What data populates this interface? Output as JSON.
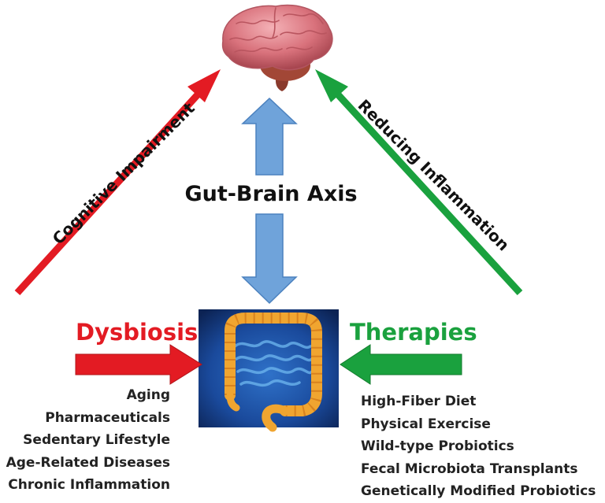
{
  "center": {
    "title": "Gut-Brain Axis"
  },
  "left": {
    "heading": "Dysbiosis",
    "diagonal_label": "Cognitive Impairment",
    "factors": [
      "Aging",
      "Pharmaceuticals",
      "Sedentary Lifestyle",
      "Age-Related Diseases",
      "Chronic Inflammation"
    ]
  },
  "right": {
    "heading": "Therapies",
    "diagonal_label": "Reducing Inflammation",
    "factors": [
      "High-Fiber Diet",
      "Physical Exercise",
      "Wild-type Probiotics",
      "Fecal Microbiota Transplants",
      "Genetically Modified Probiotics"
    ]
  },
  "colors": {
    "negative": "#e31b23",
    "positive": "#1aa13e",
    "axis_arrow": "#6fa3da",
    "intestine": "#f0a530",
    "intestine_background": "#123a80",
    "brain": "#d9727c"
  },
  "icons": [
    "brain-icon",
    "intestine-icon"
  ]
}
